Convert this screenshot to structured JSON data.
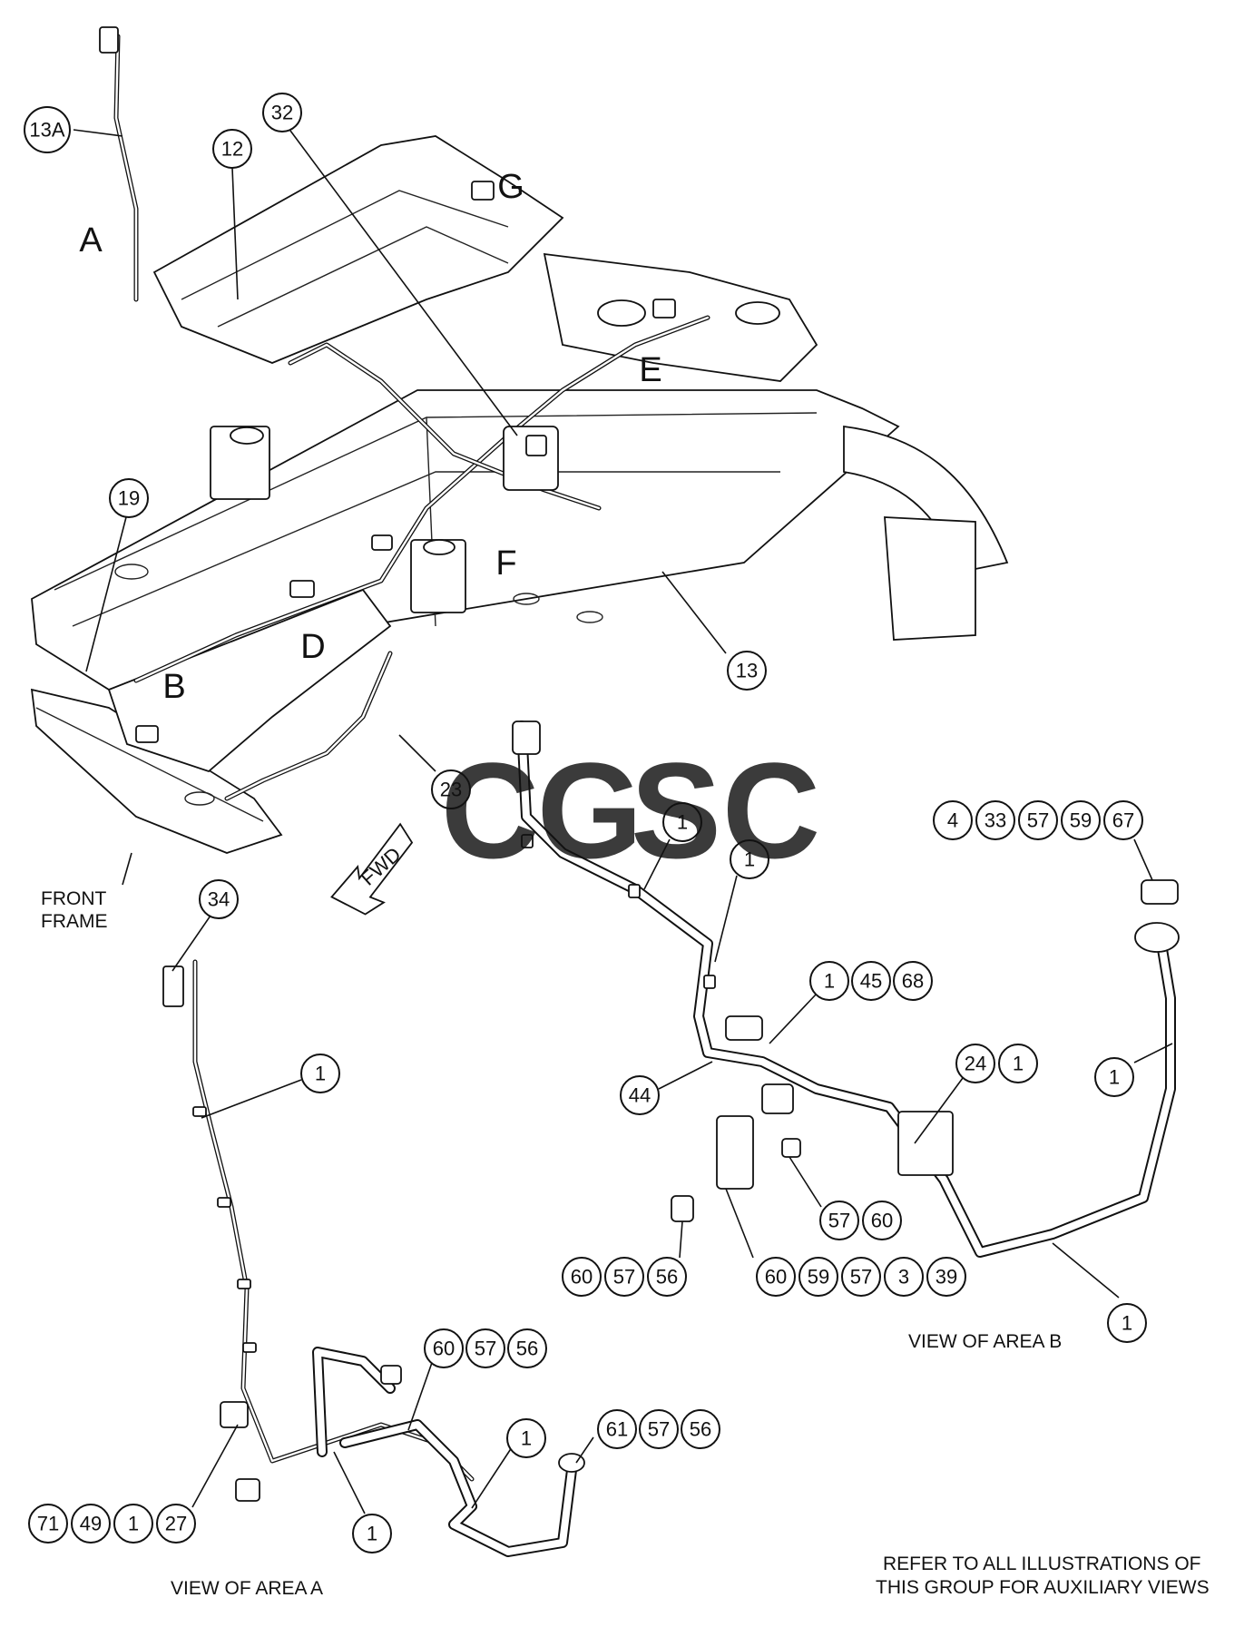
{
  "area_letters": [
    "A",
    "B",
    "D",
    "E",
    "F",
    "G"
  ],
  "callouts_main": [
    "13A",
    "12",
    "32",
    "19",
    "13",
    "23"
  ],
  "callouts_view_a": [
    "34",
    "1",
    "60",
    "57",
    "56",
    "1",
    "61",
    "57",
    "56",
    "1",
    "71",
    "49",
    "1",
    "27"
  ],
  "callouts_view_b": [
    "1",
    "1",
    "4",
    "33",
    "57",
    "59",
    "67",
    "1",
    "45",
    "68",
    "44",
    "24",
    "1",
    "1",
    "57",
    "60",
    "60",
    "57",
    "56",
    "60",
    "59",
    "57",
    "3",
    "39",
    "1"
  ],
  "labels": {
    "front_frame_line1": "FRONT",
    "front_frame_line2": "FRAME",
    "fwd_arrow": "FWD",
    "view_a": "VIEW OF AREA  A",
    "view_b": "VIEW OF AREA  B",
    "note_line1": "REFER TO ALL ILLUSTRATIONS OF",
    "note_line2": "THIS GROUP FOR AUXILIARY VIEWS"
  },
  "watermark": {
    "letters": [
      "C",
      "G",
      "S",
      "C"
    ],
    "colors": [
      "#4f8ef0",
      "#f07a6e",
      "#f5d142",
      "#4fb07f"
    ]
  }
}
